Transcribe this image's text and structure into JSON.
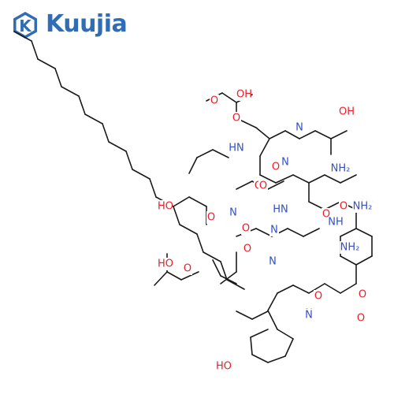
{
  "brand": {
    "name": "Kuujia",
    "icon": "k-hexagon-icon",
    "color": "#2f6db5"
  },
  "colors": {
    "bond": "#1a1a1a",
    "oxygen": "#e8202a",
    "nitrogen": "#3050c8",
    "carbon": "#1a1a1a"
  },
  "atom_labels": [
    {
      "text": "OH",
      "element": "O"
    },
    {
      "text": "O",
      "element": "O"
    },
    {
      "text": "N",
      "element": "N"
    },
    {
      "text": "OH",
      "element": "O"
    },
    {
      "text": "HN",
      "element": "N"
    },
    {
      "text": "O",
      "element": "O"
    },
    {
      "text": "NH₂",
      "element": "N"
    },
    {
      "text": "O",
      "element": "O"
    },
    {
      "text": "N",
      "element": "N"
    },
    {
      "text": "O",
      "element": "O"
    },
    {
      "text": "O",
      "element": "O"
    },
    {
      "text": "HN",
      "element": "N"
    },
    {
      "text": "O",
      "element": "O"
    },
    {
      "text": "NH₂",
      "element": "N"
    },
    {
      "text": "HO",
      "element": "O"
    },
    {
      "text": "O",
      "element": "O"
    },
    {
      "text": "N",
      "element": "N"
    },
    {
      "text": "O",
      "element": "O"
    },
    {
      "text": "N",
      "element": "N"
    },
    {
      "text": "NH",
      "element": "N"
    },
    {
      "text": "O",
      "element": "O"
    },
    {
      "text": "N",
      "element": "N"
    },
    {
      "text": "NH₂",
      "element": "N"
    },
    {
      "text": "HO",
      "element": "O"
    },
    {
      "text": "O",
      "element": "O"
    },
    {
      "text": "O",
      "element": "O"
    },
    {
      "text": "N",
      "element": "N"
    },
    {
      "text": "O",
      "element": "O"
    },
    {
      "text": "O",
      "element": "O"
    },
    {
      "text": "N",
      "element": "N"
    },
    {
      "text": "O",
      "element": "O"
    },
    {
      "text": "HO",
      "element": "O"
    }
  ]
}
